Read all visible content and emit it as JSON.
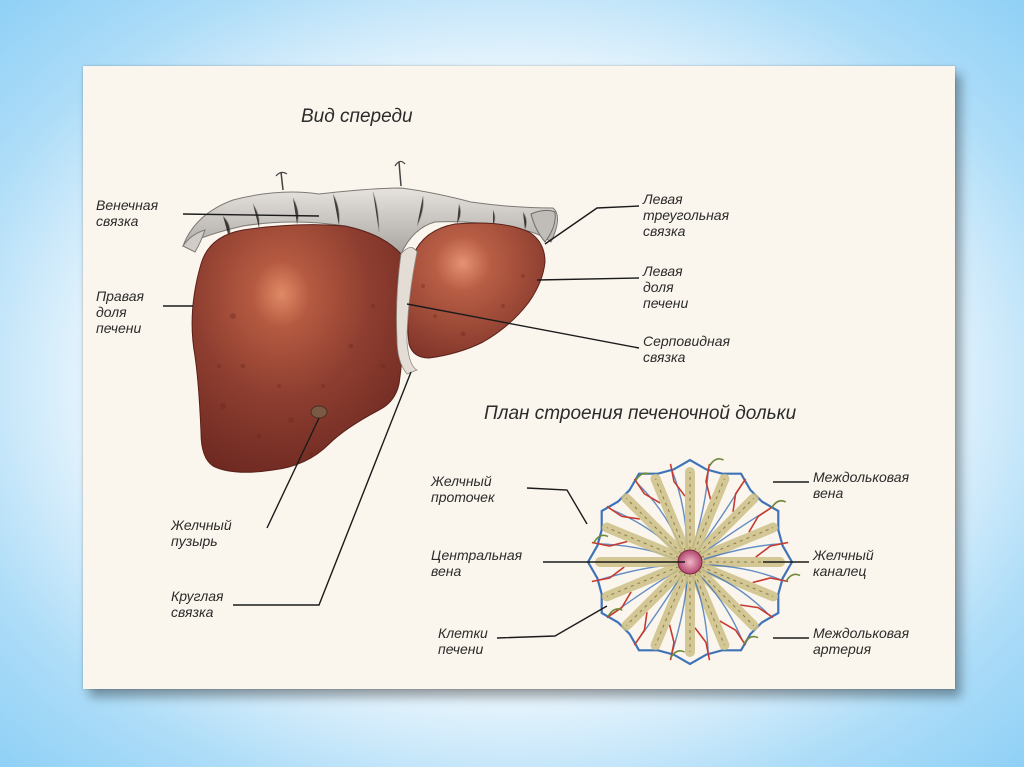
{
  "front_view_title": "Вид спереди",
  "lobule_title": "План строения печеночной дольки",
  "liver_labels": {
    "coronary_ligament": [
      "Венечная",
      "связка"
    ],
    "right_lobe": [
      "Правая",
      "доля",
      "печени"
    ],
    "gallbladder": [
      "Желчный",
      "пузырь"
    ],
    "round_ligament": [
      "Круглая",
      "связка"
    ],
    "left_triangular_ligament": [
      "Левая",
      "треугольная",
      "связка"
    ],
    "left_lobe": [
      "Левая",
      "доля",
      "печени"
    ],
    "falciform_ligament": [
      "Серповидная",
      "связка"
    ]
  },
  "lobule_labels": {
    "bile_ductule": [
      "Желчный",
      "проточек"
    ],
    "central_vein": [
      "Центральная",
      "вена"
    ],
    "liver_cells": [
      "Клетки",
      "печени"
    ],
    "interlobular_vein": [
      "Междольковая",
      "вена"
    ],
    "bile_canaliculus": [
      "Желчный",
      "каналец"
    ],
    "interlobular_artery": [
      "Междольковая",
      "артерия"
    ]
  },
  "colors": {
    "liver": "#8a3b2e",
    "liver_highlight": "#d9785a",
    "ligament": "#c9c6c2",
    "vein_blue": "#3f73b8",
    "artery_red": "#c8392f",
    "cells": "#cdbf86",
    "central_vein": "#c25b7e"
  }
}
